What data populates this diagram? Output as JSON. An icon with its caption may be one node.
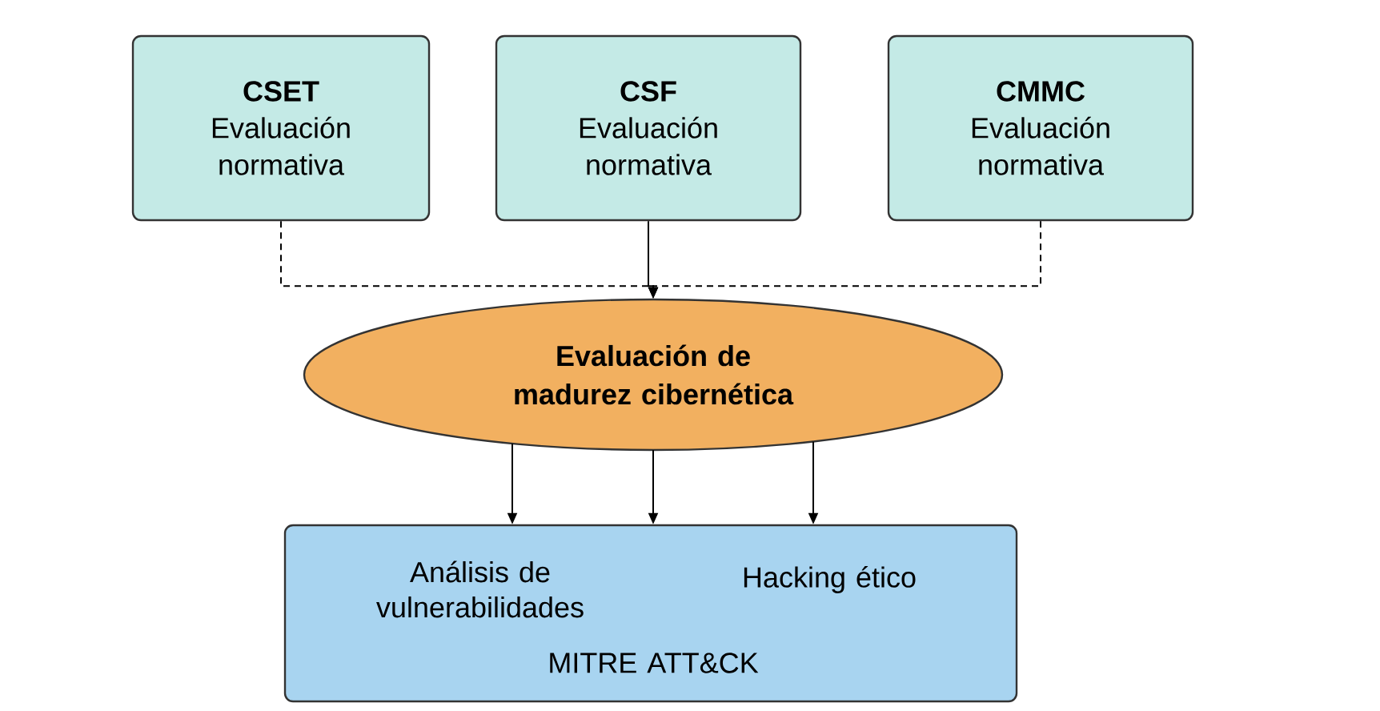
{
  "diagram": {
    "nodes": [
      {
        "text": [
          "CSET",
          "Evaluación normativa"
        ]
      },
      {
        "text": [
          "CSF",
          "Evaluación normativa"
        ]
      },
      {
        "text": [
          "CMMC",
          "Evaluación normativa"
        ]
      },
      {
        "text": [
          "Evaluación de madurez cibernética"
        ]
      },
      {
        "text": [
          "Análisis de vulnerabilidades",
          "Hacking ético",
          "MITRE ATT&CK"
        ]
      }
    ],
    "edges": [
      {
        "from": 0,
        "to": 3,
        "arrow": "to",
        "style": "dashed"
      },
      {
        "from": 1,
        "to": 3,
        "arrow": "to"
      },
      {
        "from": 2,
        "to": 3,
        "arrow": "to",
        "style": "dashed"
      },
      {
        "from": 3,
        "to": 4,
        "arrow": "to"
      },
      {
        "from": 3,
        "to": 4,
        "arrow": "to"
      },
      {
        "from": 3,
        "to": 4,
        "arrow": "to"
      }
    ]
  }
}
